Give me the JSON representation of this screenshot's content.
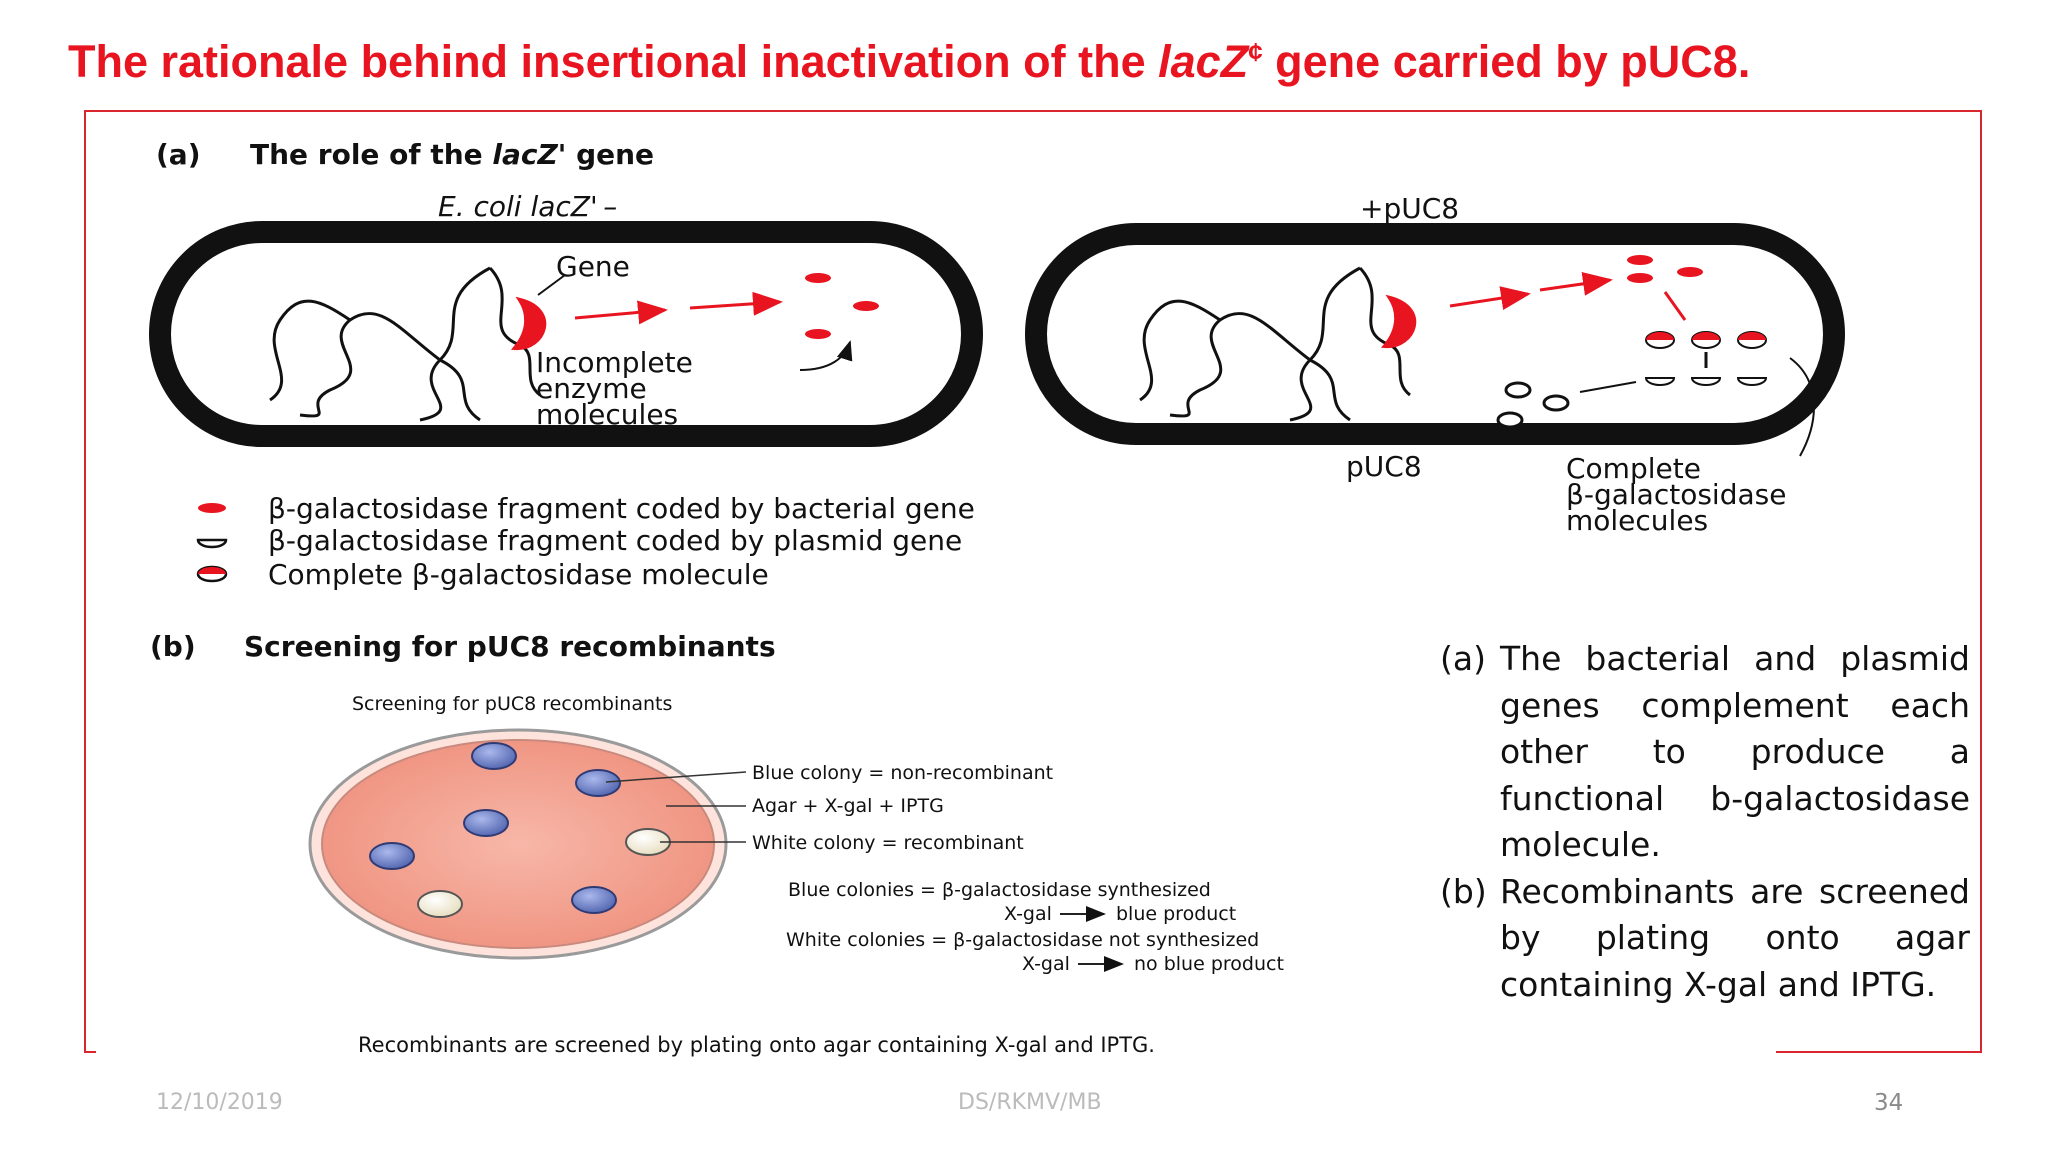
{
  "slide": {
    "title_pre": "The rationale behind insertional inactivation of the ",
    "title_gene": "lacZ",
    "title_sup": "¢",
    "title_post": " gene carried by pUC8.",
    "footer_date": "12/10/2019",
    "footer_center": "DS/RKMV/MB",
    "page_number": "34"
  },
  "figure_a": {
    "heading_label": "(a)",
    "heading_pre": "The role of the ",
    "heading_gene": "lacZ'",
    "heading_post": " gene",
    "left_cell_label": "E. coli lacZ' –",
    "right_cell_label": "+pUC8",
    "gene_label": "Gene",
    "incomplete_line1": "Incomplete",
    "incomplete_line2": "enzyme",
    "incomplete_line3": "molecules",
    "plasmid_label": "pUC8",
    "complete_line1": "Complete",
    "complete_line2": "β-galactosidase",
    "complete_line3": "molecules",
    "legend": [
      "β-galactosidase fragment coded by bacterial gene",
      "β-galactosidase fragment coded by plasmid gene",
      "Complete β-galactosidase molecule"
    ],
    "colors": {
      "bacterial_fragment": "#e8141f",
      "cell_outline": "#111111"
    }
  },
  "figure_b": {
    "heading_label": "(b)",
    "heading_text": "Screening for pUC8 recombinants",
    "plate_title": "Screening for pUC8 recombinants",
    "label_blue": "Blue colony = non-recombinant",
    "label_agar": "Agar + X-gal + IPTG",
    "label_white": "White colony = recombinant",
    "blue_line1": "Blue colonies = β-galactosidase synthesized",
    "blue_line2": "X-gal",
    "blue_line2b": "blue product",
    "white_line1": "White colonies = β-galactosidase not synthesized",
    "white_line2": "X-gal",
    "white_line2b": "no blue product",
    "caption": "Recombinants are screened by plating onto agar containing X-gal and IPTG.",
    "colors": {
      "plate": "#f2a08e",
      "blue_colony": "#6a7fc4",
      "white_colony": "#f4efd9"
    }
  },
  "side_text": {
    "a_label": "(a)",
    "a_text": "The bacterial and plasmid genes complement each other to produce a functional b-galactosidase molecule.",
    "b_label": "(b)",
    "b_text": "Recombinants are screened by plating onto agar containing X-gal and IPTG."
  }
}
